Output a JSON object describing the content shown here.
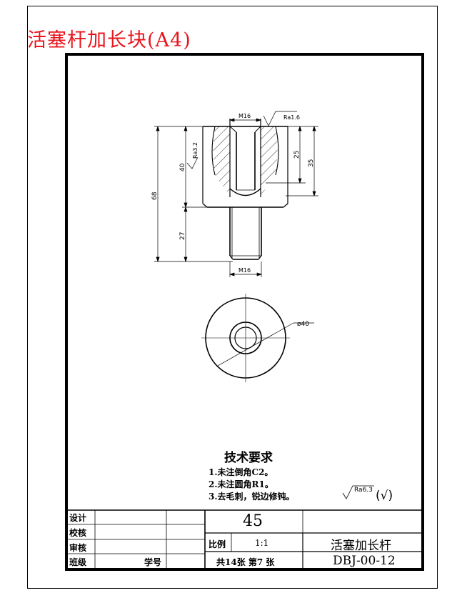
{
  "title": "活塞杆加长块(A4)",
  "drawing": {
    "dims": {
      "m16_top": "M16",
      "ra_top": "Ra1.6",
      "ra_left": "Ra3.2",
      "d25": "25",
      "d35": "35",
      "d40": "40",
      "d68": "68",
      "d27": "27",
      "m16_bottom": "M16",
      "dia40": "ø40"
    },
    "tech": {
      "title": "技术要求",
      "items": [
        "1.未注倒角C2。",
        "2.未注圆角R1。",
        "3.去毛刺，锐边修钝。"
      ],
      "ra_default": "Ra6.3",
      "ra_paren": "(√)"
    }
  },
  "titleblock": {
    "labels": {
      "design": "设计",
      "check": "校核",
      "review": "审核",
      "class": "班级",
      "student_no": "学号",
      "scale": "比例"
    },
    "material": "45",
    "scale_value": "1:1",
    "sheets": "共14张 第7 张",
    "part_name": "活塞加长杆",
    "drawing_no": "DBJ-00-12"
  }
}
